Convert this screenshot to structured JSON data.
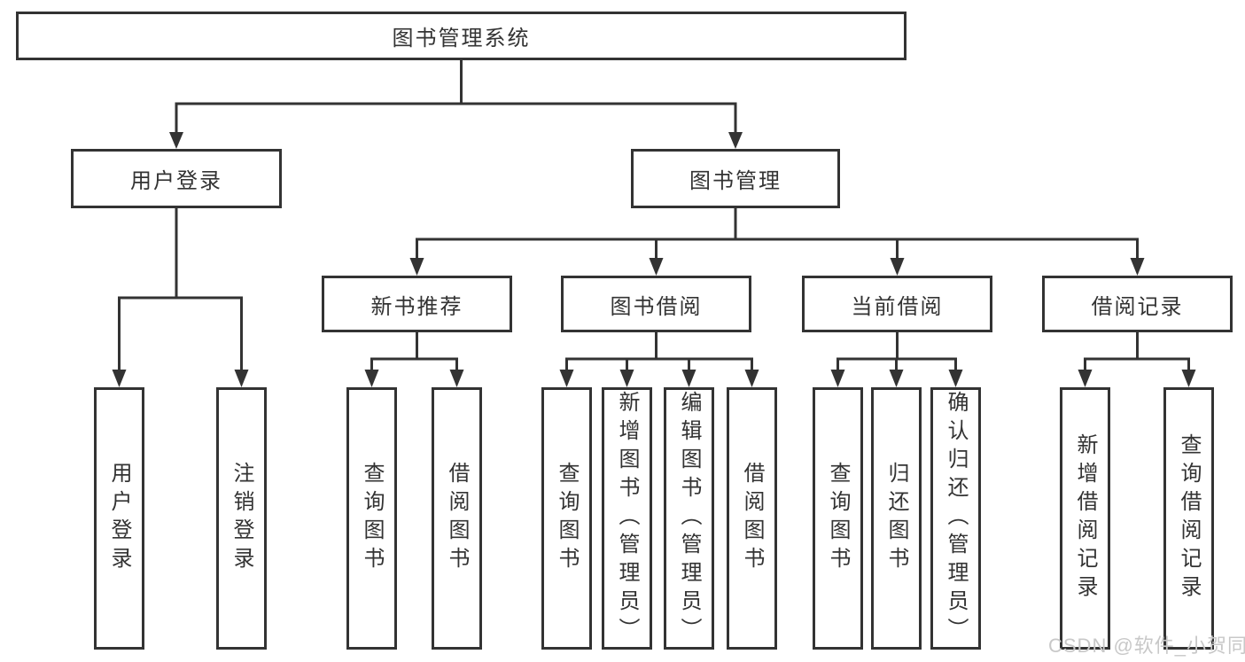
{
  "title": "图书管理系统",
  "tree": {
    "user_login": {
      "label": "用户登录",
      "children": [
        {
          "label": "用户登录"
        },
        {
          "label": "注销登录"
        }
      ]
    },
    "book_management": {
      "label": "图书管理",
      "sections": [
        {
          "label": "新书推荐",
          "children": [
            {
              "label": "查询图书"
            },
            {
              "label": "借阅图书"
            }
          ]
        },
        {
          "label": "图书借阅",
          "children": [
            {
              "label": "查询图书"
            },
            {
              "label": "新增图书（管理员）"
            },
            {
              "label": "编辑图书（管理员）"
            },
            {
              "label": "借阅图书"
            }
          ]
        },
        {
          "label": "当前借阅",
          "children": [
            {
              "label": "查询图书"
            },
            {
              "label": "归还图书"
            },
            {
              "label": "确认归还（管理员）"
            }
          ]
        },
        {
          "label": "借阅记录",
          "children": [
            {
              "label": "新增借阅记录"
            },
            {
              "label": "查询借阅记录"
            }
          ]
        }
      ]
    }
  },
  "watermark": "CSDN @软件_小贺同学",
  "colors": {
    "line": "#333333",
    "box_border": "#333333",
    "text": "#333333",
    "watermark": "#c8c8c8",
    "background": "#ffffff"
  }
}
